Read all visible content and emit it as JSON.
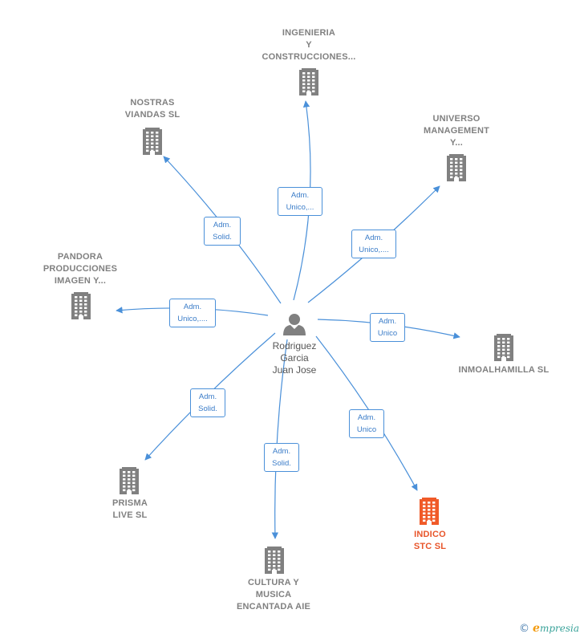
{
  "center": {
    "label": "Rodriguez\nGarcia\nJuan Jose"
  },
  "nodes": [
    {
      "id": "ingenieria",
      "label": "INGENIERIA\nY\nCONSTRUCCIONES...",
      "highlight": false
    },
    {
      "id": "nostras",
      "label": "NOSTRAS\nVIANDAS  SL",
      "highlight": false
    },
    {
      "id": "universo",
      "label": "UNIVERSO\nMANAGEMENT\nY...",
      "highlight": false
    },
    {
      "id": "pandora",
      "label": "PANDORA\nPRODUCCIONES\nIMAGEN Y...",
      "highlight": false
    },
    {
      "id": "inmoalhamilla",
      "label": "INMOALHAMILLA SL",
      "highlight": false
    },
    {
      "id": "prisma",
      "label": "PRISMA\nLIVE  SL",
      "highlight": false
    },
    {
      "id": "indico",
      "label": "INDICO\nSTC  SL",
      "highlight": true
    },
    {
      "id": "cultura",
      "label": "CULTURA Y\nMUSICA\nENCANTADA AIE",
      "highlight": false
    }
  ],
  "edges": [
    {
      "to": "ingenieria",
      "label": "Adm.\nUnico,..."
    },
    {
      "to": "nostras",
      "label": "Adm.\nSolid."
    },
    {
      "to": "universo",
      "label": "Adm.\nUnico,...."
    },
    {
      "to": "pandora",
      "label": "Adm.\nUnico,...."
    },
    {
      "to": "inmoalhamilla",
      "label": "Adm.\nUnico"
    },
    {
      "to": "prisma",
      "label": "Adm.\nSolid."
    },
    {
      "to": "cultura",
      "label": "Adm.\nSolid."
    },
    {
      "to": "indico",
      "label": "Adm.\nUnico"
    }
  ],
  "colors": {
    "edge": "#4a90d9",
    "building": "#808080",
    "building_highlight": "#f05a28",
    "person": "#808080"
  },
  "icons": {
    "node": "building-icon",
    "center": "person-icon"
  },
  "footer": {
    "copyright_symbol": "©",
    "brand_initial": "e",
    "brand_rest": "mpresia"
  }
}
